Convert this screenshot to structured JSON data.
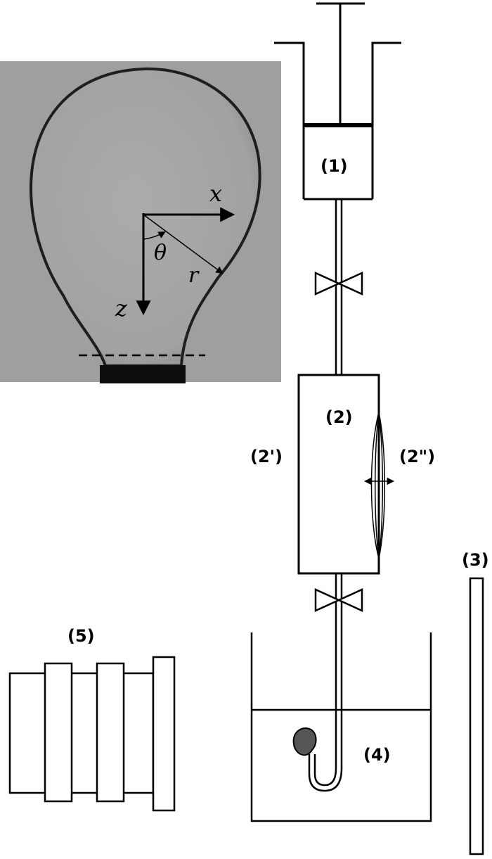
{
  "labels": {
    "syringe": "(1)",
    "chamber": "(2)",
    "chamber_left": "(2')",
    "chamber_lens": "(2\")",
    "ruler": "(3)",
    "bath": "(4)",
    "camera": "(5)"
  },
  "axes": {
    "x": "x",
    "z": "z",
    "r": "r",
    "theta": "θ"
  },
  "colors": {
    "photo_background": "#9f9f9f",
    "bubble_fill": "#a3a3a3",
    "bubble_outline": "#1e1e1e",
    "drop_fill": "#555555",
    "line": "#000000"
  }
}
